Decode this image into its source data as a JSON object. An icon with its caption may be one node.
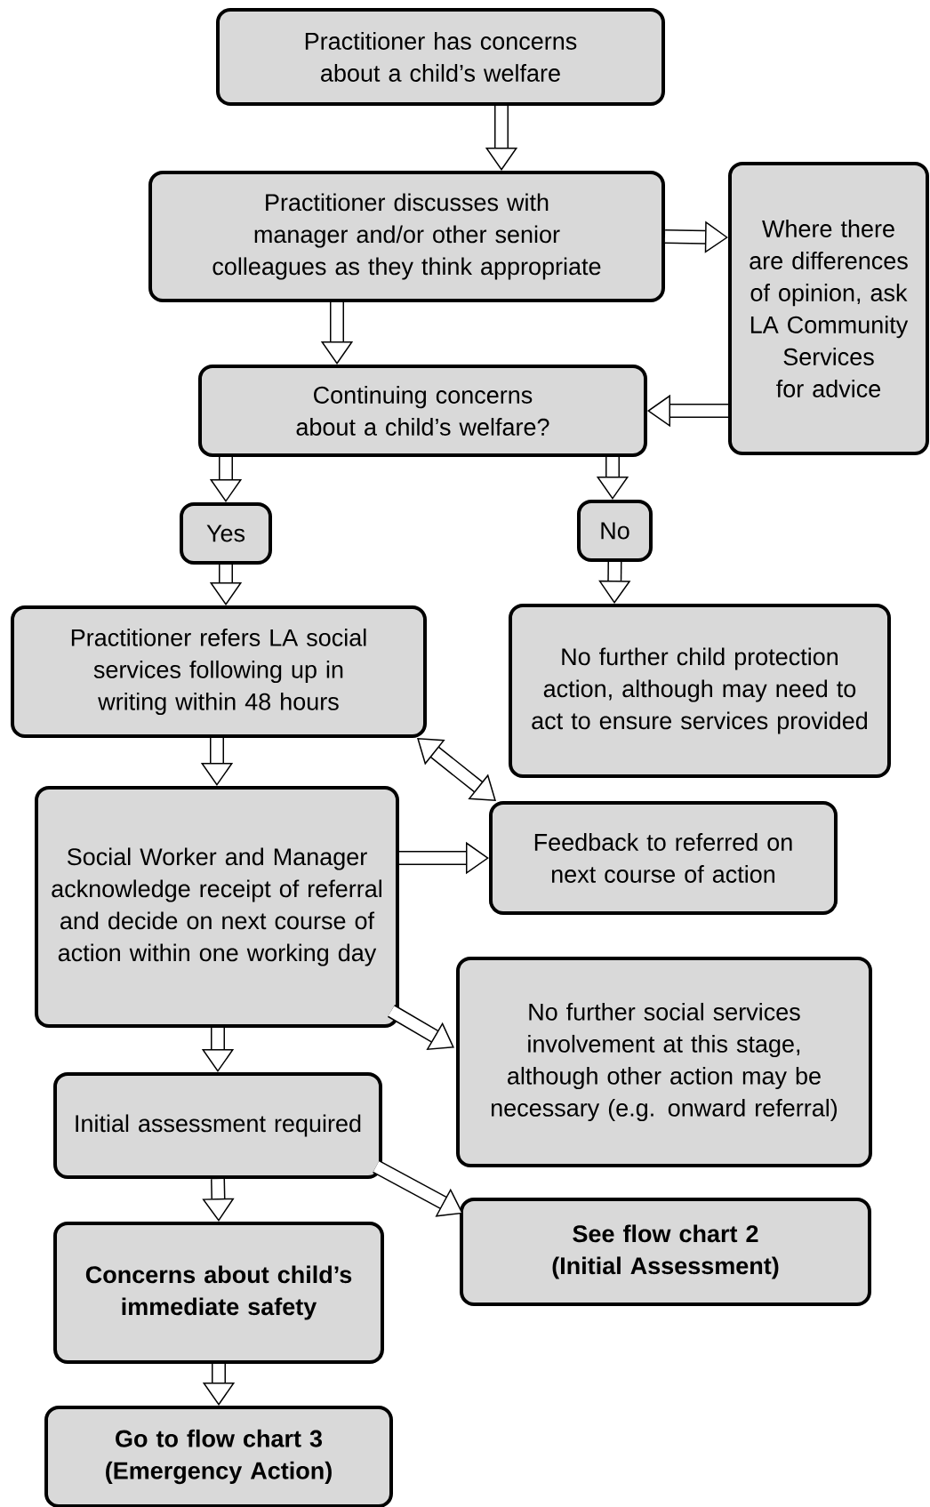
{
  "diagram": {
    "nodes": [
      {
        "text": [
          "Practitioner has concerns about a child’s welfare"
        ]
      },
      {
        "text": [
          "Practitioner discusses with manager and/or other senior colleagues as they think appropriate"
        ]
      },
      {
        "text": [
          "Where there are differences of opinion, ask LA Community Services for advice"
        ]
      },
      {
        "text": [
          "Continuing concerns about a child’s welfare?"
        ]
      },
      {
        "text": [
          "Yes"
        ]
      },
      {
        "text": [
          "No"
        ]
      },
      {
        "text": [
          "Practitioner refers LA social services following up in writing within 48 hours"
        ]
      },
      {
        "text": [
          "No further child protection action, although may need to act to ensure services provided"
        ]
      },
      {
        "text": [
          "Social Worker and Manager acknowledge receipt of referral and decide on next course of action within one working day"
        ]
      },
      {
        "text": [
          "Feedback to referred on next course of action"
        ]
      },
      {
        "text": [
          "No further social services involvement at this stage, although other action may be necessary (e.g. onward referral)"
        ]
      },
      {
        "text": [
          "Initial assessment required"
        ]
      },
      {
        "text": [
          "See flow chart 2 (Initial Assessment)"
        ]
      },
      {
        "text": [
          "Concerns about child’s immediate safety"
        ]
      },
      {
        "text": [
          "Go to flow chart 3 (Emergency Action)"
        ]
      }
    ],
    "edges": [
      {
        "from": 0,
        "to": 1,
        "arrow": "to"
      },
      {
        "from": 1,
        "to": 2,
        "arrow": "to"
      },
      {
        "from": 2,
        "to": 3,
        "arrow": "to"
      },
      {
        "from": 1,
        "to": 3,
        "arrow": "to"
      },
      {
        "from": 3,
        "to": 4,
        "arrow": "to"
      },
      {
        "from": 3,
        "to": 5,
        "arrow": "to"
      },
      {
        "from": 4,
        "to": 6,
        "arrow": "to"
      },
      {
        "from": 5,
        "to": 7,
        "arrow": "to"
      },
      {
        "from": 6,
        "to": 8,
        "arrow": "to"
      },
      {
        "from": 6,
        "to": 9,
        "arrow": "both"
      },
      {
        "from": 8,
        "to": 9,
        "arrow": "to"
      },
      {
        "from": 8,
        "to": 10,
        "arrow": "to"
      },
      {
        "from": 8,
        "to": 11,
        "arrow": "to"
      },
      {
        "from": 11,
        "to": 12,
        "arrow": "to"
      },
      {
        "from": 11,
        "to": 13,
        "arrow": "to"
      },
      {
        "from": 13,
        "to": 14,
        "arrow": "to"
      }
    ]
  }
}
